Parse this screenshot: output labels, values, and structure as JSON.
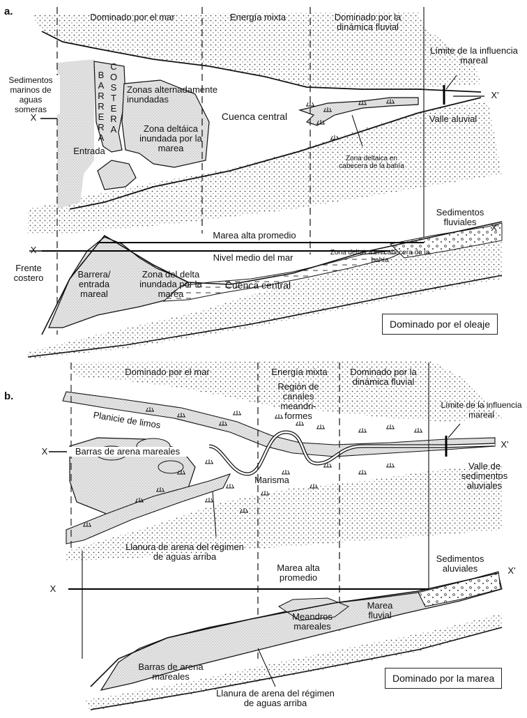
{
  "panel_a": {
    "letter": "a.",
    "zones": [
      "Dominado por el mar",
      "Energía mixta",
      "Dominado por la dinámica fluvial"
    ],
    "plan": {
      "limit_label": "Límite de la influencia mareal",
      "shallow_marine": "Sedimentos marinos de aguas someras",
      "x_left": "X",
      "x_right": "X'",
      "barrera": "B A R R E R A",
      "costera": "C O S T E R A",
      "alt_flooded": "Zonas alternadamente inundadas",
      "central_basin": "Cuenca central",
      "flood_delta": "Zona deltáica inundada por la marea",
      "inlet": "Entrada",
      "valley": "Valle aluvial",
      "bayhead_delta": "Zona deltaica en cabecera de la bahía"
    },
    "section": {
      "x_left": "X",
      "x_right": "X'",
      "fluvial_sediments": "Sedimentos fluviales",
      "high_tide": "Marea alta promedio",
      "mean_sea": "Nivel medio del mar",
      "bayhead_delta": "Zona deltaica en cabecera de la bahía",
      "shoreface": "Frente costero",
      "barrier_inlet": "Barrera/ entrada mareal",
      "flood_delta": "Zona del delta inundada por la marea",
      "central_basin": "Cuenca central"
    },
    "caption": "Dominado por el oleaje"
  },
  "panel_b": {
    "letter": "b.",
    "zones": [
      "Dominado por el mar",
      "Energía mixta",
      "Dominado por la dinámica fluvial"
    ],
    "plan": {
      "meander_region": "Región de canales meandri- formes",
      "limit_label": "Límite de la influencia mareal",
      "mud_flat": "Planicie de limos",
      "x_left": "X",
      "x_right": "X'",
      "tidal_sand_bars": "Barras de arena mareales",
      "salt_marsh": "Marisma",
      "valley": "Valle de sedimentos aluviales",
      "upper_flow_sand": "Llanura de arena del régimen de aguas arriba"
    },
    "section": {
      "x_left": "X",
      "x_right": "X'",
      "alluvial_sediments": "Sedimentos aluviales",
      "high_tide": "Marea alta promedio",
      "tidal_meanders": "Meandros mareales",
      "fluvial_tide": "Marea fluvial",
      "tidal_sand_bars": "Barras de arena mareales",
      "upper_flow_sand": "Llanura de arena del régimen de aguas arriba"
    },
    "caption": "Dominado por la marea"
  }
}
